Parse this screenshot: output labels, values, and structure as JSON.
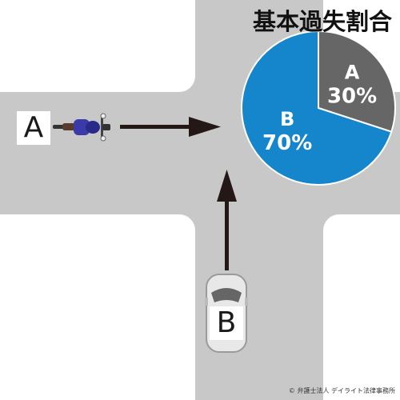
{
  "title": "基本過失割合",
  "parties": [
    {
      "id": "A",
      "label": "A",
      "vehicle": "motorcycle",
      "direction": "straight-right"
    },
    {
      "id": "B",
      "label": "B",
      "vehicle": "car",
      "direction": "straight-up"
    }
  ],
  "chart_data": {
    "type": "pie",
    "title": "基本過失割合",
    "slices": [
      {
        "label": "A",
        "value": 30,
        "value_text": "30%",
        "color": "#666666"
      },
      {
        "label": "B",
        "value": 70,
        "value_text": "70%",
        "color": "#1585cc"
      }
    ]
  },
  "colors": {
    "road": "#c8c8c8",
    "arrow": "#231815",
    "pie_text": "#ffffff"
  },
  "credit": "© 弁護士法人 デイライト法律事務所"
}
